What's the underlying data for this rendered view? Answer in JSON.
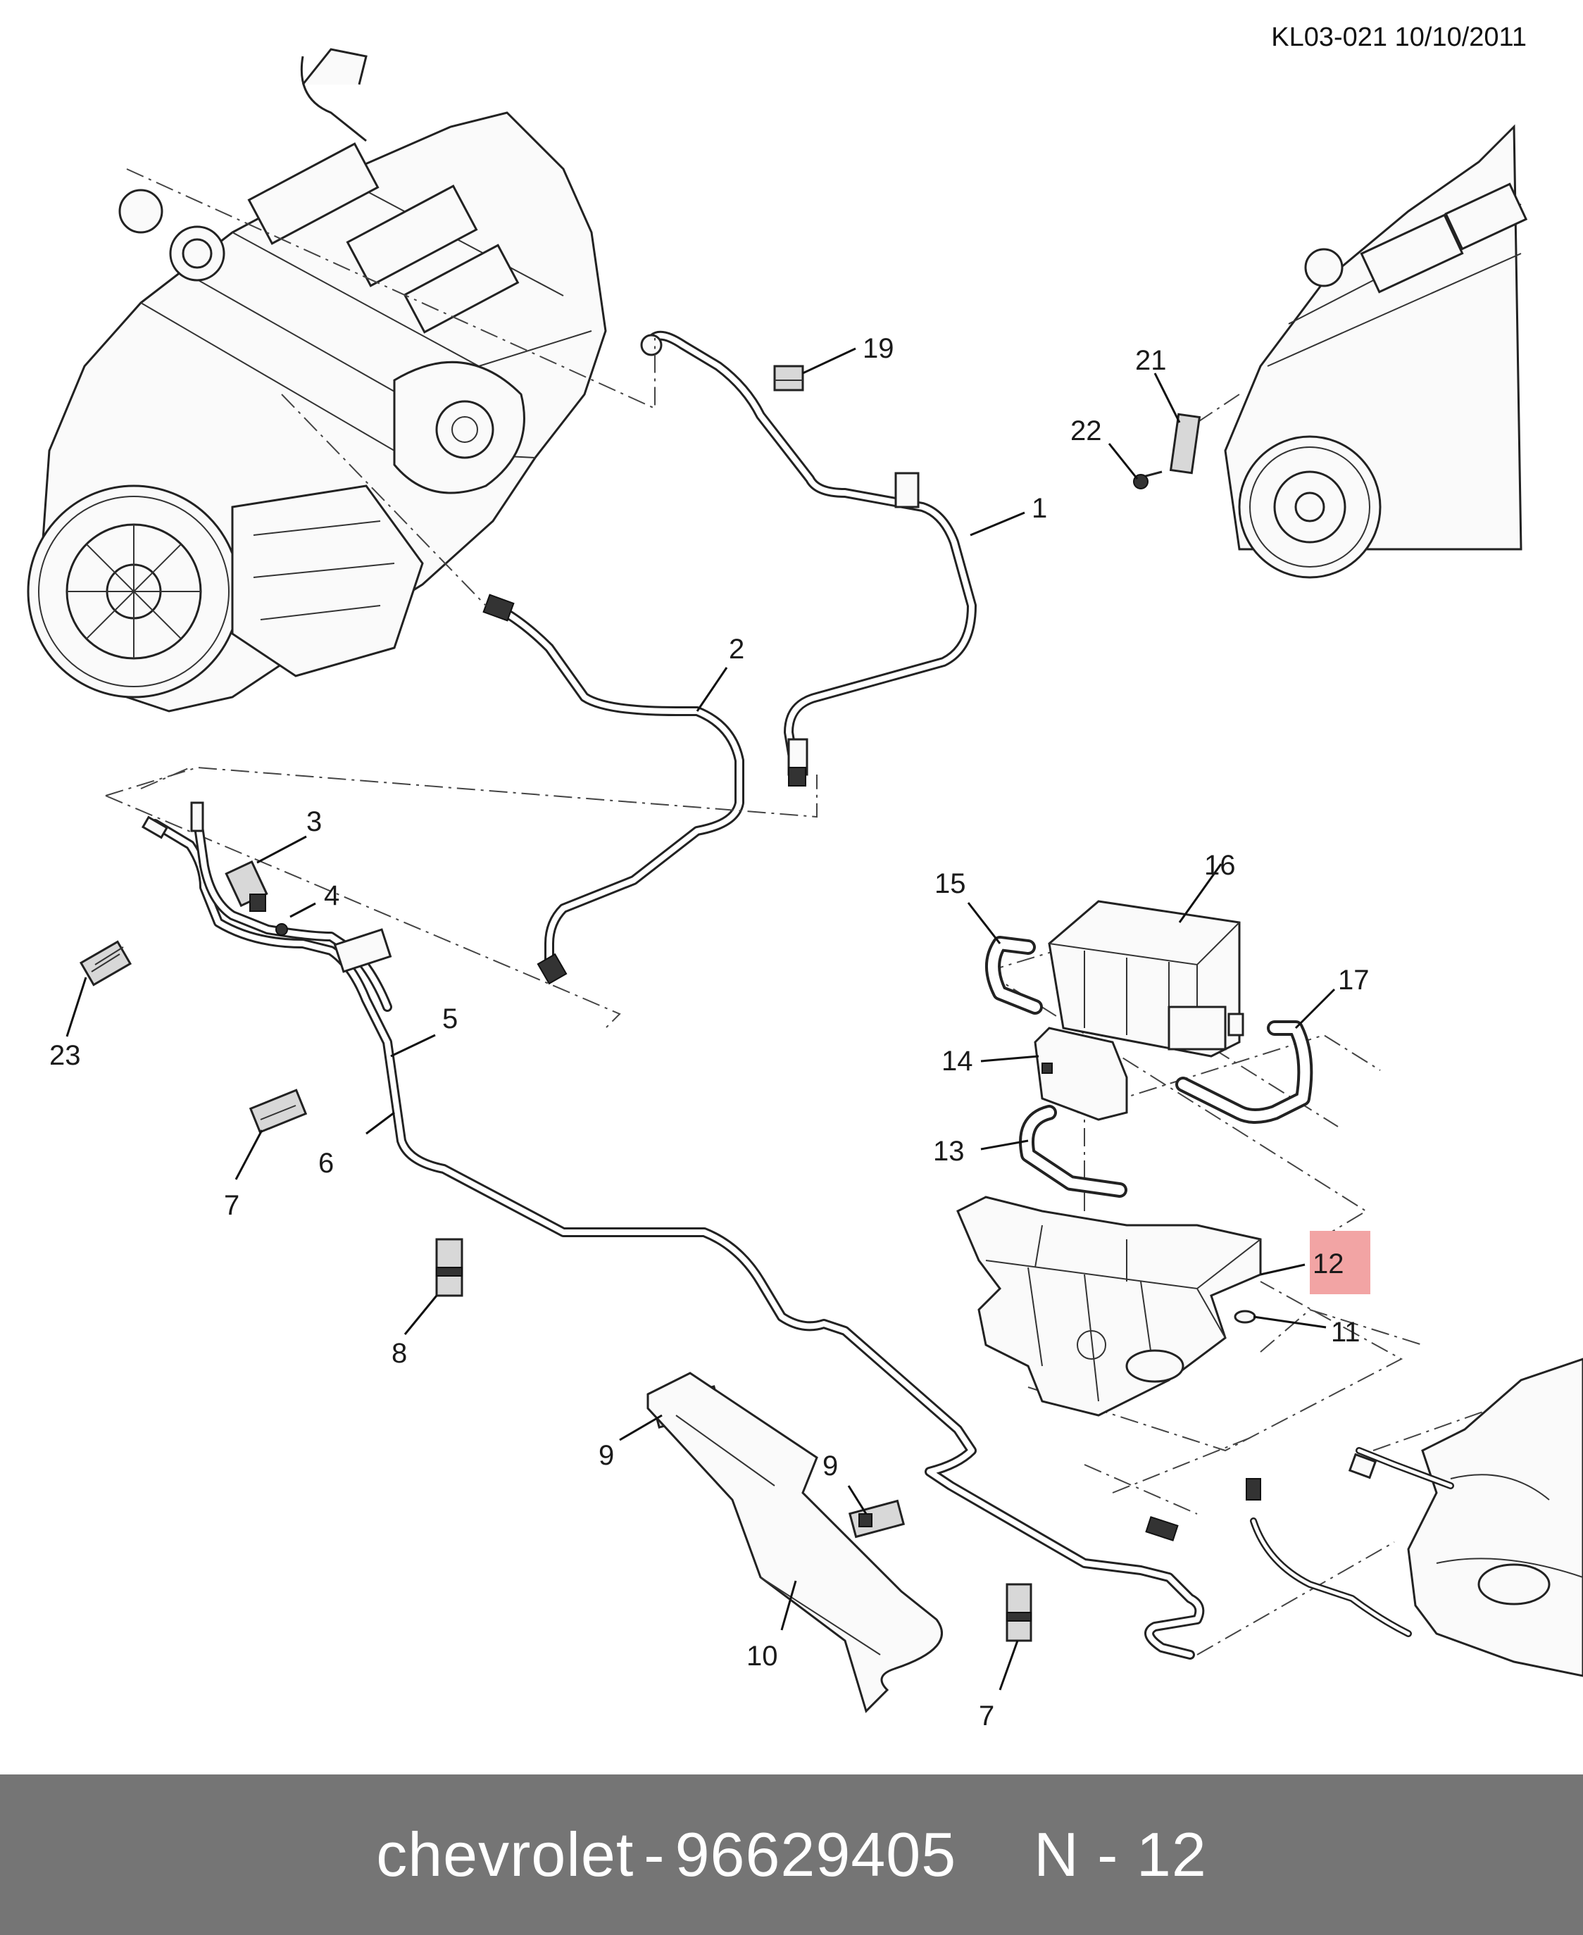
{
  "header": {
    "stamp": "KL03-021 10/10/2011"
  },
  "footer": {
    "brand": "chevrolet",
    "separator": "-",
    "part_number": "96629405",
    "page_ref": "N - 12"
  },
  "highlight_color": "#f2a4a4",
  "callouts": [
    {
      "id": "1",
      "label": "1"
    },
    {
      "id": "2",
      "label": "2"
    },
    {
      "id": "3",
      "label": "3"
    },
    {
      "id": "4",
      "label": "4"
    },
    {
      "id": "5",
      "label": "5"
    },
    {
      "id": "6",
      "label": "6"
    },
    {
      "id": "7a",
      "label": "7"
    },
    {
      "id": "7b",
      "label": "7"
    },
    {
      "id": "8",
      "label": "8"
    },
    {
      "id": "9a",
      "label": "9"
    },
    {
      "id": "9b",
      "label": "9"
    },
    {
      "id": "10",
      "label": "10"
    },
    {
      "id": "11",
      "label": "11"
    },
    {
      "id": "12",
      "label": "12",
      "highlighted": true
    },
    {
      "id": "13",
      "label": "13"
    },
    {
      "id": "14",
      "label": "14"
    },
    {
      "id": "15",
      "label": "15"
    },
    {
      "id": "16",
      "label": "16"
    },
    {
      "id": "17",
      "label": "17"
    },
    {
      "id": "19",
      "label": "19"
    },
    {
      "id": "21",
      "label": "21"
    },
    {
      "id": "22",
      "label": "22"
    },
    {
      "id": "23",
      "label": "23"
    }
  ]
}
